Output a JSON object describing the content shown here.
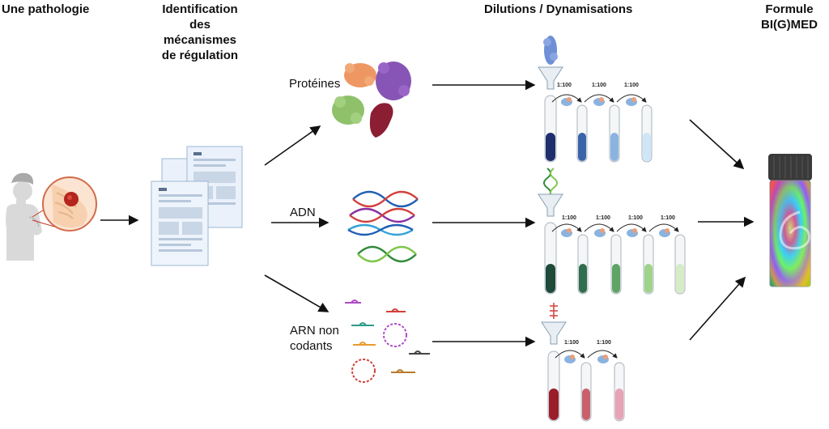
{
  "headers": {
    "pathology": "Une pathologie",
    "identification_line1": "Identification",
    "identification_line2": "des",
    "identification_line3": "mécanismes",
    "identification_line4": "de régulation",
    "dilutions": "Dilutions / Dynamisations",
    "formule_line1": "Formule",
    "formule_line2": "BI(G)MED"
  },
  "molecules": {
    "proteins": "Protéines",
    "dna": "ADN",
    "rna_line1": "ARN non",
    "rna_line2": "codants"
  },
  "dilution_ratio": "1:100",
  "colors": {
    "protein_tubes": [
      "#1f2f6e",
      "#3b63a8",
      "#8ab3e0",
      "#cfe6f7"
    ],
    "dna_tubes": [
      "#1e4a3a",
      "#2f6e4e",
      "#5fa464",
      "#9fd38a",
      "#d5ecc7"
    ],
    "rna_tubes": [
      "#9b1d28",
      "#c9606a",
      "#e8a3b7"
    ]
  }
}
